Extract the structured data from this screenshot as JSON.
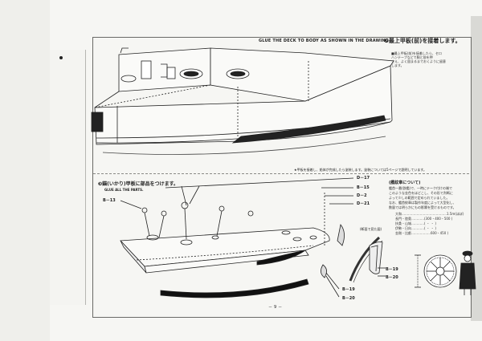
{
  "step1": {
    "english": "GLUE THE DECK TO BODY AS SHOWN IN THE DRAWING.",
    "japanese": "❷最上甲板(前)を接着します。",
    "note_lines": [
      "■最上甲板(前)を接着したら、セロ",
      "ハンテープなどで胴と前を押",
      "さえ、よく固まるまでおくように留意",
      "します。"
    ],
    "footnote": "★甲板を接着し、船体が完成したら塗装します。塗装については5ページで説明しています。"
  },
  "step2": {
    "japanese": "❸錨(いかり)甲板に部品をつけます。",
    "english": "GLUE ALL THE PARTS.",
    "part_labels": {
      "b13": "B－13",
      "d17": "D－17",
      "b15": "B－15",
      "d2": "D－2",
      "d21": "D－21",
      "b19_a": "B－19",
      "b20_a": "B－20",
      "b19_b": "B－19",
      "b20_b": "B－20"
    },
    "detail_caption": "(断面で見た図)"
  },
  "info": {
    "title": "(艦紋章について)",
    "lines": [
      "艦首一番(鉄艦)で、一時にテーク付けの端で",
      "このような金色をほどこし、その形で判断に",
      "よって少しの範囲で定められていました。",
      "なお、艦首紋章は製作年度によって大型化し、",
      "数量では明らかにもの影響を受けるものです。"
    ],
    "table": [
      "大和……………………………………1.5m(ほぼ)",
      "長門・陸奥…………(300・400・500 )",
      "扶桑・山城…………(   ・   ・   )",
      "伊勢・日向…………(   ・   ・   )",
      "金剛・比叡………………600・450 )"
    ]
  },
  "page_number": "－ 9 －"
}
